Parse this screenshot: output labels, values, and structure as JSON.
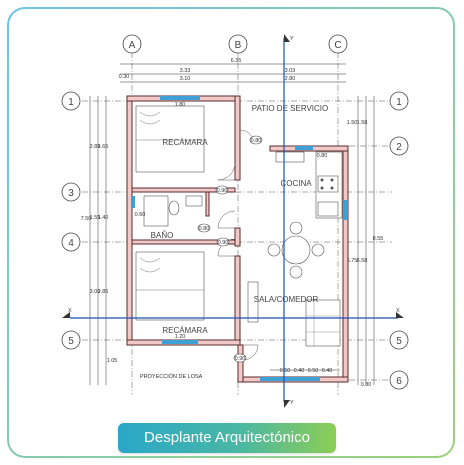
{
  "caption": "Desplante Arquitectónico",
  "grid_columns": [
    "A",
    "B",
    "C"
  ],
  "grid_rows_left": [
    "1",
    "3",
    "4",
    "5"
  ],
  "grid_rows_right": [
    "1",
    "2",
    "5",
    "6"
  ],
  "rooms": {
    "recamara_top": "RECÁMARA",
    "patio": "PATIO DE SERVICIO",
    "cocina": "COCINA",
    "bano": "BAÑO",
    "sala": "SALA/COMEDOR",
    "recamara_bottom": "RECÁMARA"
  },
  "dims": {
    "total_width": "6.35",
    "left_span": "3.33",
    "right_span": "3.03",
    "left_inner": "3.10",
    "right_inner": "2.80",
    "offset_top": "0.30",
    "height_left": "7.50",
    "height_right": "8.55",
    "r1a": "2.85",
    "r1b": "2.65",
    "r2a": "1.55",
    "r2b": "1.40",
    "r3a": "3.00",
    "r3b": "2.85",
    "r4": "1.05",
    "right_a": "1.50",
    "right_b": "1.58",
    "right_c": "6.75",
    "right_d": "6.58",
    "bottom_offset": "0.30",
    "win_top": "1.80",
    "win_bottom": "1.20",
    "kitchen_win": "0.80",
    "bath_win": "0.60",
    "door_1": "0.90",
    "door_2": "0.80",
    "door_3": "0.90",
    "door_4": "0.90",
    "door_5": "0.80",
    "bottom_a": "0.50",
    "bottom_b": "0.40",
    "bottom_c": "0.50",
    "bottom_d": "0.40"
  },
  "section_marks": [
    "X",
    "X",
    "Y",
    "Y"
  ],
  "proyeccion": "PROYECCIÓN DE LOSA"
}
